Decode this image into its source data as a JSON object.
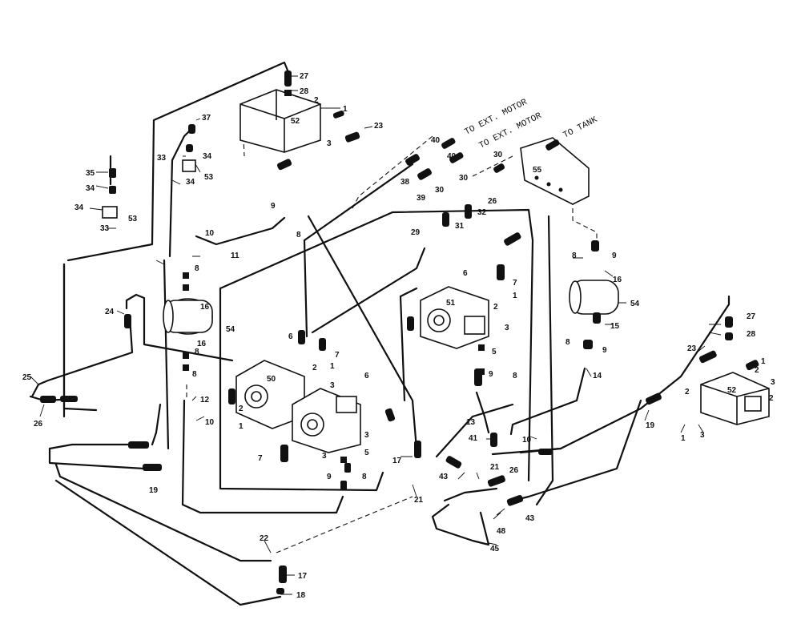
{
  "annotations": {
    "ext_motor_1": "TO EXT. MOTOR",
    "ext_motor_2": "TO EXT. MOTOR",
    "tank": "TO TANK"
  },
  "labels": {
    "c50": "50",
    "c51": "51",
    "c52a": "52",
    "c52b": "52",
    "c53a": "53",
    "c53b": "53",
    "c54a": "54",
    "c54b": "54",
    "c55": "55",
    "p1a": "1",
    "p1b": "1",
    "p1c": "1",
    "p1d": "1",
    "p2a": "2",
    "p2b": "2",
    "p2c": "2",
    "p2d": "2",
    "p3a": "3",
    "p3b": "3",
    "p3c": "3",
    "p3d": "3",
    "p5a": "5",
    "p5b": "5",
    "p6a": "6",
    "p6b": "6",
    "p6c": "6",
    "p7a": "7",
    "p7b": "7",
    "p8a": "8",
    "p8b": "8",
    "p8c": "8",
    "p8d": "8",
    "p9a": "9",
    "p9b": "9",
    "p9c": "9",
    "p9d": "9",
    "p10a": "10",
    "p10b": "10",
    "p10c": "10",
    "p11": "11",
    "p12": "12",
    "p13": "13",
    "p14": "14",
    "p15": "15",
    "p16a": "16",
    "p16b": "16",
    "p16c": "16",
    "p17a": "17",
    "p17b": "17",
    "p18": "18",
    "p19a": "19",
    "p19b": "19",
    "p21a": "21",
    "p21b": "21",
    "p22": "22",
    "p23a": "23",
    "p23b": "23",
    "p24": "24",
    "p25": "25",
    "p26a": "26",
    "p26b": "26",
    "p26c": "26",
    "p27a": "27",
    "p27b": "27",
    "p28a": "28",
    "p28b": "28",
    "p29": "29",
    "p30a": "30",
    "p30b": "30",
    "p30c": "30",
    "p31": "31",
    "p32": "32",
    "p33a": "33",
    "p33b": "33",
    "p34a": "34",
    "p34b": "34",
    "p34c": "34",
    "p35": "35",
    "p37": "37",
    "p38": "38",
    "p39": "39",
    "p40a": "40",
    "p40b": "40",
    "p41": "41",
    "p43a": "43",
    "p43b": "43",
    "p45": "45",
    "p48": "48"
  }
}
